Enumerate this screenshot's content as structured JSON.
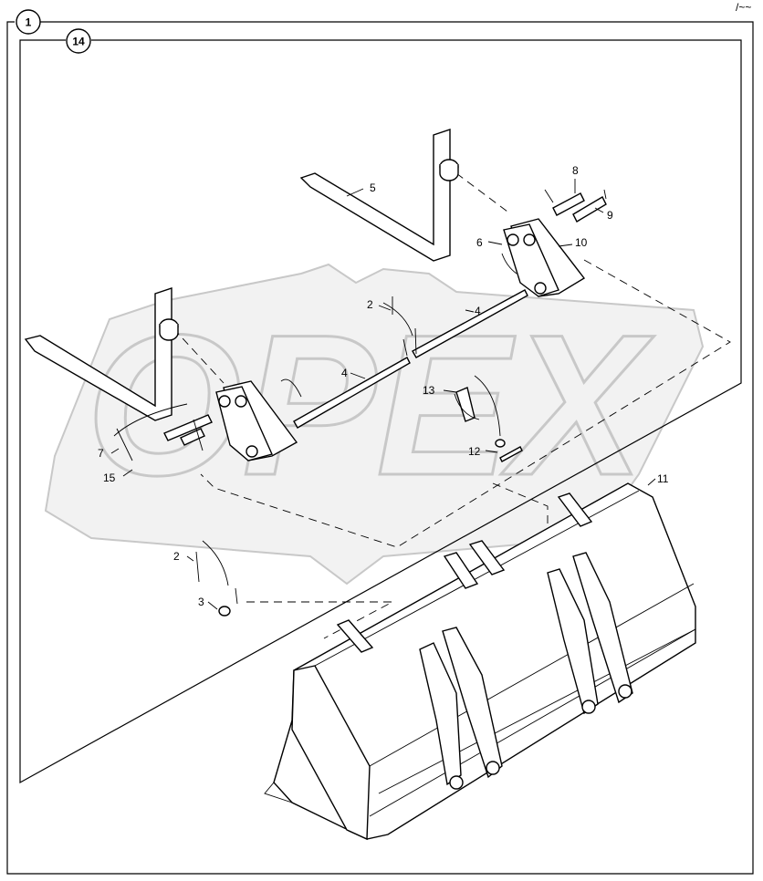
{
  "frame_labels": {
    "outer": "1",
    "inner": "14"
  },
  "watermark": "OPEX",
  "corner_mark": "/~~",
  "callouts": [
    {
      "id": "c-2a",
      "text": "2"
    },
    {
      "id": "c-4a",
      "text": "4"
    },
    {
      "id": "c-4b",
      "text": "4"
    },
    {
      "id": "c-5",
      "text": "5"
    },
    {
      "id": "c-6",
      "text": "6"
    },
    {
      "id": "c-7",
      "text": "7"
    },
    {
      "id": "c-8",
      "text": "8"
    },
    {
      "id": "c-9",
      "text": "9"
    },
    {
      "id": "c-10",
      "text": "10"
    },
    {
      "id": "c-11",
      "text": "11"
    },
    {
      "id": "c-12",
      "text": "12"
    },
    {
      "id": "c-13",
      "text": "13"
    },
    {
      "id": "c-15",
      "text": "15"
    },
    {
      "id": "c-2b",
      "text": "2"
    },
    {
      "id": "c-3",
      "text": "3"
    }
  ]
}
